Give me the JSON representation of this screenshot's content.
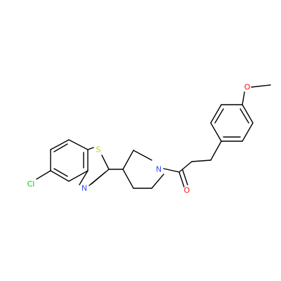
{
  "molecule": {
    "atoms": {
      "chlorine": {
        "label": "Cl",
        "color": "#00cc00"
      },
      "sulfur": {
        "label": "S",
        "color": "#cccc00"
      },
      "thiazole_nitrogen": {
        "label": "N",
        "color": "#3050f8"
      },
      "piperidine_nitrogen": {
        "label": "N",
        "color": "#3050f8"
      },
      "carbonyl_oxygen": {
        "label": "O",
        "color": "#ff0d0d"
      },
      "ether_oxygen": {
        "label": "O",
        "color": "#ff0d0d"
      }
    },
    "bond_color": "#000000"
  }
}
